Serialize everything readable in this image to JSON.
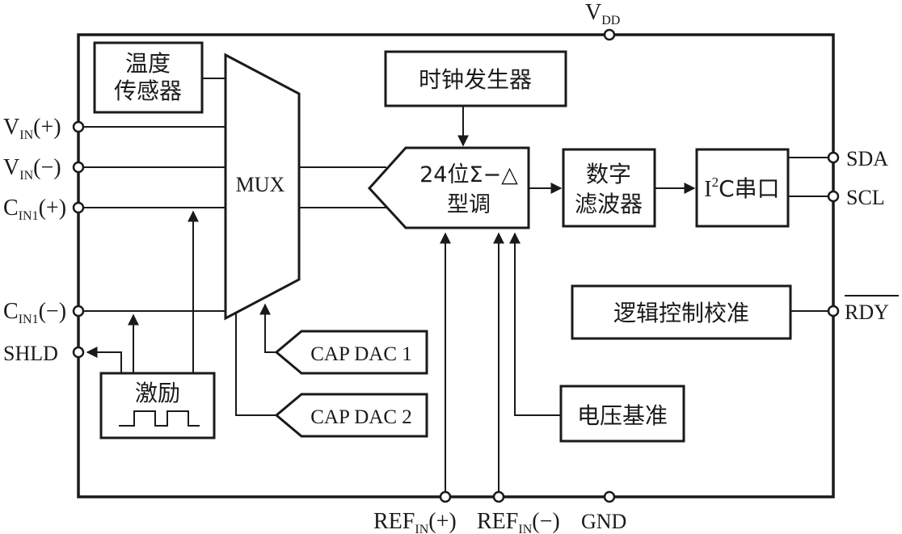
{
  "pins": {
    "vdd": {
      "main": "V",
      "sub": "DD"
    },
    "vin_pos": {
      "main": "V",
      "sub": "IN",
      "suffix": "(+)"
    },
    "vin_neg": {
      "main": "V",
      "sub": "IN",
      "suffix": "(−)"
    },
    "cin_pos": {
      "main": "C",
      "sub": "IN1",
      "suffix": "(+)"
    },
    "cin_neg": {
      "main": "C",
      "sub": "IN1",
      "suffix": "(−)"
    },
    "shld": "SHLD",
    "sda": "SDA",
    "scl": "SCL",
    "rdy": "RDY",
    "ref_pos": {
      "main": "REF",
      "sub": "IN",
      "suffix": "(+)"
    },
    "ref_neg": {
      "main": "REF",
      "sub": "IN",
      "suffix": "(−)"
    },
    "gnd": "GND"
  },
  "blocks": {
    "temp_sensor": [
      "温度",
      "传感器"
    ],
    "mux": "MUX",
    "clock": "时钟发生器",
    "adc": [
      "24位Σ−△",
      "型调"
    ],
    "filter": [
      "数字",
      "滤波器"
    ],
    "i2c": {
      "main": "I",
      "sup": "2",
      "rest": "C串口"
    },
    "logic": "逻辑控制校准",
    "cap_dac1": "CAP DAC 1",
    "cap_dac2": "CAP DAC 2",
    "excitation": "激励",
    "vref": "电压基准"
  }
}
